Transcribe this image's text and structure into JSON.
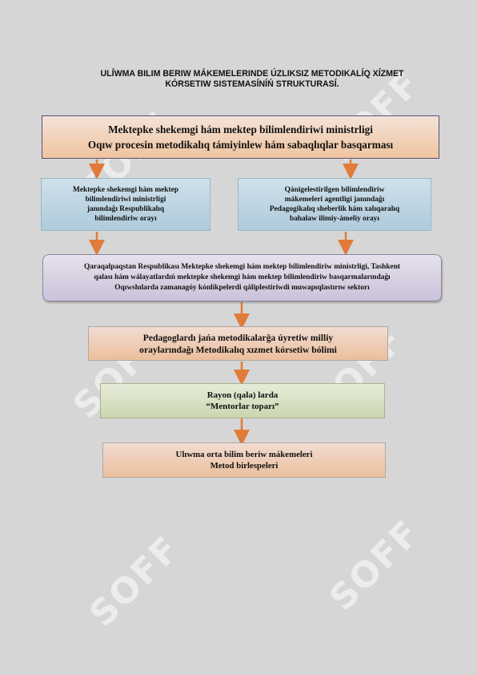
{
  "title": {
    "line1": "ULÍWMA BILIM BERIW MÁKEMELERINDE ÚZLIKSIZ METODIKALÍQ XÍZMET",
    "line2": "KÓRSETIW SISTEMASÍNÍŃ STRUKTURASÍ."
  },
  "watermark": "SOFF",
  "boxes": {
    "ministry": {
      "line1": "Mektepke shekemgi hám mektep bilimlendiriwi ministrligi",
      "line2": "Oqıw procesin metodikalıq támiyinlew hám sabaqlıqlar basqarması"
    },
    "republic_center": {
      "line1": "Mektepke shekemgi hám mektep",
      "line2": "bilimlendiriwi ministrligi",
      "line3": "janındağı Respublikalıq",
      "line4": "bilimlendiriw orayı"
    },
    "agency": {
      "line1": "Qánigelestirilgen bilimlendiriw",
      "line2": "mákemeleri agentligi janındağı",
      "line3": "Pedagogikalıq sheberlik hám xalıqaralıq",
      "line4": "bahalaw ilimiy-ámeliy orayı"
    },
    "regional": {
      "line1": "Qaraqalpaqstan Respublikası Mektepke shekemgi hám mektep bilimlendiriw ministrligi, Tashkent",
      "line2": "qalası hám wálayatlardıń mektepke shekemgi hám mektep bilimlendiriw basqarmalarındağı",
      "line3": "Oqıwshılarda zamanagóy kónlikpelerdi qáliplestiriwdi muwapıqlastırıw sektorı"
    },
    "national_centers": {
      "line1": "Pedagoglardı jańa metodikalarğa úyretiw milliy",
      "line2": "oraylarındağı Metodikalıq xızmet kórsetiw bólimi"
    },
    "district": {
      "line1": "Rayon (qala) larda",
      "line2": "“Mentorlar toparı”"
    },
    "schools": {
      "line1": "Ulıwma orta bilim beriw mákemeleri",
      "line2": "Metod birlespeleri"
    }
  },
  "colors": {
    "arrow": "#e07b39",
    "orange_box": "#ecbf9c",
    "blue_box": "#aecbdc",
    "purple_box": "#cbc3da",
    "green_box": "#cbd6b0"
  }
}
